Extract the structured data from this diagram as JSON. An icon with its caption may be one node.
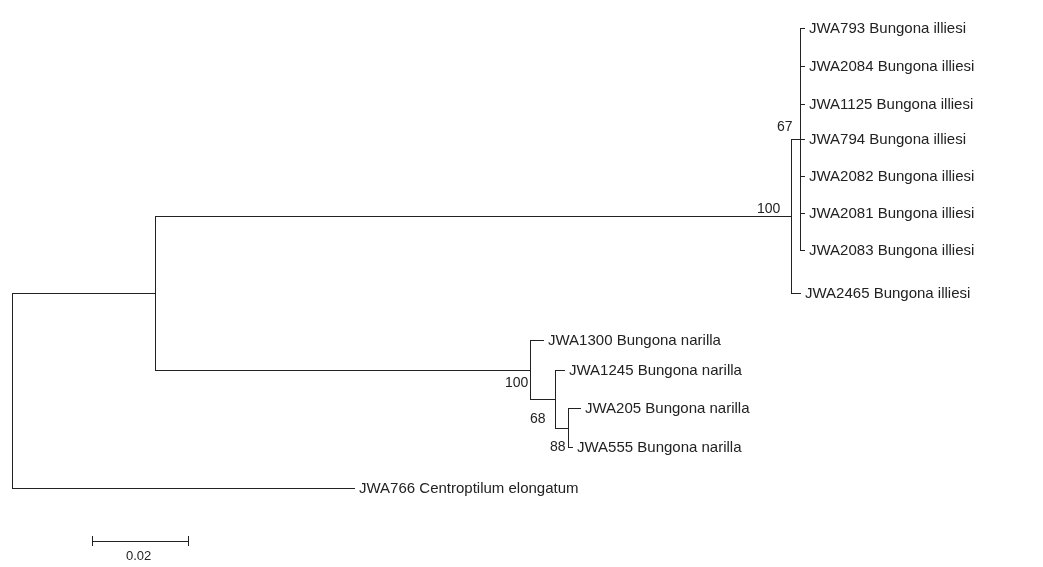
{
  "diagram": {
    "nodes": [
      {
        "text": [],
        "shape": "bar"
      },
      {
        "text": [],
        "shape": "bar"
      },
      {
        "text": [],
        "shape": "bar",
        "beside": [
          "100"
        ]
      },
      {
        "text": [],
        "shape": "bar",
        "beside": [
          "67"
        ]
      },
      {
        "text": [
          "JWA793 Bungona illiesi"
        ]
      },
      {
        "text": [
          "JWA2084 Bungona illiesi"
        ]
      },
      {
        "text": [
          "JWA1125 Bungona illiesi"
        ]
      },
      {
        "text": [
          "JWA794 Bungona illiesi"
        ]
      },
      {
        "text": [
          "JWA2082 Bungona illiesi"
        ]
      },
      {
        "text": [
          "JWA2081 Bungona illiesi"
        ]
      },
      {
        "text": [
          "JWA2083 Bungona illiesi"
        ]
      },
      {
        "text": [
          "JWA2465 Bungona illiesi"
        ]
      },
      {
        "text": [],
        "shape": "bar",
        "beside": [
          "100"
        ]
      },
      {
        "text": [
          "JWA1300 Bungona narilla"
        ]
      },
      {
        "text": [],
        "shape": "bar",
        "beside": [
          "68"
        ]
      },
      {
        "text": [
          "JWA1245 Bungona narilla"
        ]
      },
      {
        "text": [],
        "shape": "bar",
        "beside": [
          "88"
        ]
      },
      {
        "text": [
          "JWA205 Bungona narilla"
        ]
      },
      {
        "text": [
          "JWA555 Bungona narilla"
        ]
      },
      {
        "text": [
          "JWA766 Centroptilum elongatum"
        ]
      }
    ],
    "edges": [
      {
        "from": 0,
        "to": 1,
        "arrow": "none"
      },
      {
        "from": 0,
        "to": 19,
        "arrow": "none"
      },
      {
        "from": 1,
        "to": 2,
        "arrow": "none"
      },
      {
        "from": 1,
        "to": 12,
        "arrow": "none"
      },
      {
        "from": 2,
        "to": 3,
        "arrow": "none"
      },
      {
        "from": 2,
        "to": 11,
        "arrow": "none"
      },
      {
        "from": 3,
        "to": 4,
        "arrow": "none"
      },
      {
        "from": 3,
        "to": 5,
        "arrow": "none"
      },
      {
        "from": 3,
        "to": 6,
        "arrow": "none"
      },
      {
        "from": 3,
        "to": 7,
        "arrow": "none"
      },
      {
        "from": 3,
        "to": 8,
        "arrow": "none"
      },
      {
        "from": 3,
        "to": 9,
        "arrow": "none"
      },
      {
        "from": 3,
        "to": 10,
        "arrow": "none"
      },
      {
        "from": 12,
        "to": 13,
        "arrow": "none"
      },
      {
        "from": 12,
        "to": 14,
        "arrow": "none"
      },
      {
        "from": 14,
        "to": 15,
        "arrow": "none"
      },
      {
        "from": 14,
        "to": 16,
        "arrow": "none"
      },
      {
        "from": 16,
        "to": 17,
        "arrow": "none"
      },
      {
        "from": 16,
        "to": 18,
        "arrow": "none"
      }
    ],
    "labels": [
      "0.02"
    ]
  }
}
